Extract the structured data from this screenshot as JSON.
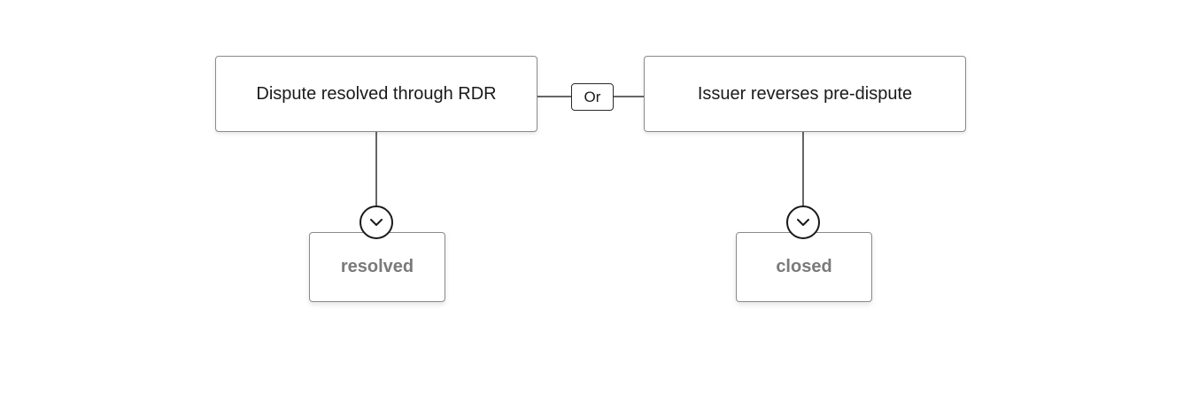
{
  "diagram": {
    "left_event": {
      "label": "Dispute resolved through RDR"
    },
    "right_event": {
      "label": "Issuer reverses pre-dispute"
    },
    "connector_label": "Or",
    "left_outcome": {
      "label": "resolved"
    },
    "right_outcome": {
      "label": "closed"
    }
  },
  "colors": {
    "box_border": "#8a8a8a",
    "line": "#333333",
    "text_primary": "#1a1a1a",
    "text_muted": "#7a7a7a"
  },
  "icons": {
    "outcome_marker": "chevron-down-icon"
  }
}
